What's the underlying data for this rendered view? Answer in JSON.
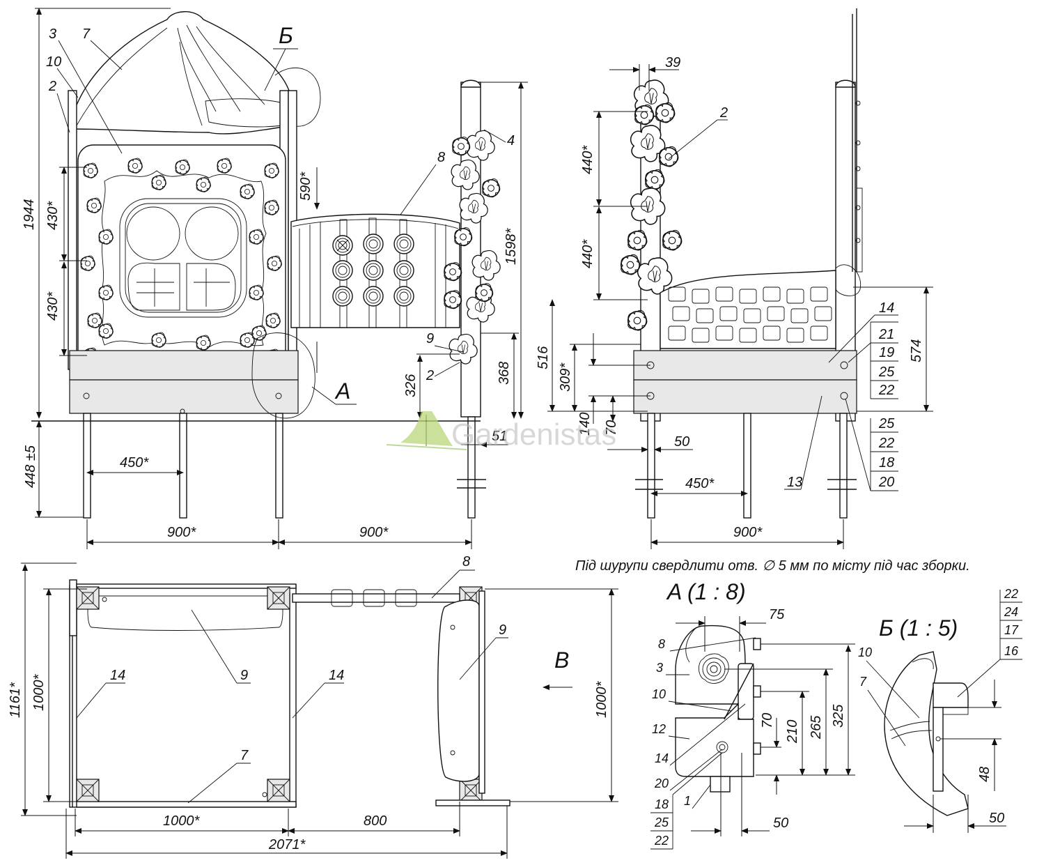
{
  "views": {
    "front": {
      "dims": {
        "height_total": "1944",
        "spacing_upper": "430*",
        "spacing_lower": "430*",
        "ground_depth": "448 ±5",
        "leg_spacing": "450*",
        "width_bottom": "900*",
        "width_right": "900*",
        "d590": "590*",
        "d1598": "1598*",
        "d326": "326",
        "d368": "368",
        "d51": "51"
      },
      "callouts": {
        "c3": "3",
        "c7": "7",
        "c10": "10",
        "c2a": "2",
        "c8": "8",
        "c4": "4",
        "c9": "9",
        "c2b": "2"
      },
      "detail_a_label": "A",
      "detail_b_label": "Б"
    },
    "side": {
      "dims": {
        "d39": "39",
        "d440a": "440*",
        "d440b": "440*",
        "d516": "516",
        "d309": "309*",
        "d140": "140",
        "d70": "70",
        "d50": "50",
        "d450": "450*",
        "d900": "900*",
        "d574": "574"
      },
      "callouts": {
        "c2": "2",
        "c14": "14",
        "c21": "21",
        "c19": "19",
        "c25a": "25",
        "c22a": "22",
        "c25b": "25",
        "c22b": "22",
        "c18": "18",
        "c20": "20",
        "c13": "13"
      }
    },
    "plan": {
      "dims": {
        "d1161": "1161*",
        "d1000a": "1000*",
        "d1000b": "1000*",
        "d1000c": "1000*",
        "d800": "800",
        "d2071": "2071*"
      },
      "callouts": {
        "c8": "8",
        "c9a": "9",
        "c9b": "9",
        "c14a": "14",
        "c14b": "14",
        "c7": "7"
      },
      "arrow_label": "B"
    }
  },
  "note": "Під шурупи свердлити отв. ∅ 5 мм по місту під час зборки.",
  "detail_a": {
    "title": "A (1 : 8)",
    "dims": {
      "d75": "75",
      "d325": "325",
      "d265": "265",
      "d210": "210",
      "d70": "70",
      "d50": "50"
    },
    "callouts": {
      "c8": "8",
      "c3": "3",
      "c10": "10",
      "c12": "12",
      "c14": "14",
      "c20": "20",
      "c18": "18",
      "c25": "25",
      "c22": "22",
      "c1": "1"
    }
  },
  "detail_b": {
    "title": "Б (1 : 5)",
    "dims": {
      "d48": "48",
      "d50": "50"
    },
    "callouts": {
      "c22": "22",
      "c24": "24",
      "c17": "17",
      "c16": "16",
      "c10": "10",
      "c7": "7"
    }
  },
  "watermark": "Gardenistas"
}
